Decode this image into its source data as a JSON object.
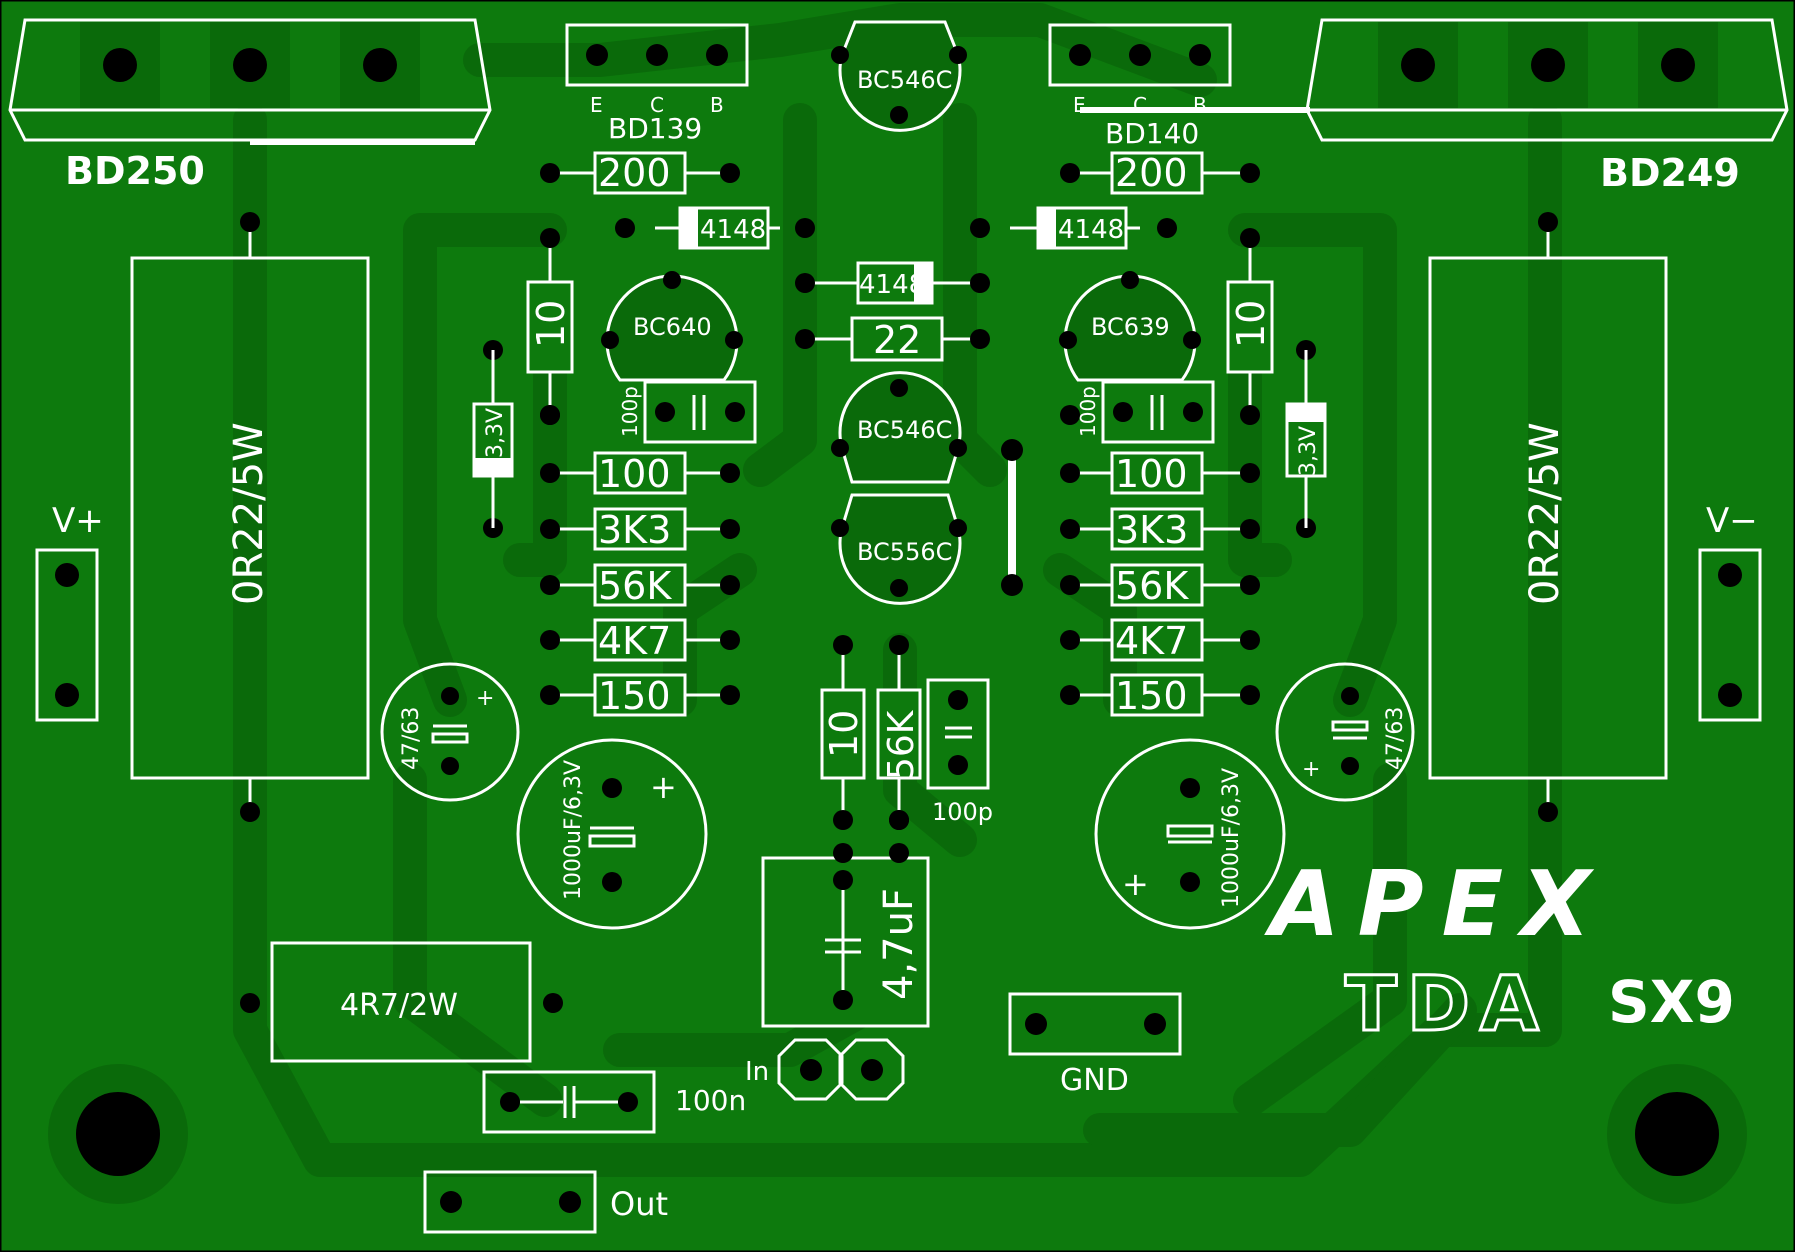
{
  "board": {
    "brand": "APEX",
    "sublogo": "TDA",
    "model": "SX9"
  },
  "colors": {
    "board": "#0d7a0d",
    "trace": "#0a6a0a",
    "silk": "#ffffff",
    "pad": "#000000"
  },
  "power_transistors": {
    "left": "BD250",
    "right": "BD249"
  },
  "drivers": {
    "left": {
      "label": "BD139",
      "pins": [
        "E",
        "C",
        "B"
      ]
    },
    "right": {
      "label": "BD140",
      "pins": [
        "E",
        "C",
        "B"
      ]
    }
  },
  "small_transistors": {
    "top": "BC546C",
    "pair_top": "BC546C",
    "pair_bottom": "BC556C",
    "left": "BC640",
    "right": "BC639"
  },
  "resistors": {
    "left_column": [
      "200",
      "10",
      "100",
      "3K3",
      "56K",
      "4K7",
      "150"
    ],
    "right_column": [
      "200",
      "10",
      "100",
      "3K3",
      "56K",
      "4K7",
      "150"
    ],
    "center": [
      "22",
      "10",
      "56K"
    ],
    "emitter_left": "0R22/5W",
    "emitter_right": "0R22/5W",
    "zobel": "4R7/2W"
  },
  "diodes": {
    "left": "4148",
    "right": "4148",
    "center": "4148"
  },
  "zeners": {
    "left": "3,3V",
    "right": "3,3V"
  },
  "capacitors": {
    "left_100p": "100p",
    "right_100p": "100p",
    "center_100p": "100p",
    "elec_left_small": "47/63",
    "elec_right_small": "47/63",
    "elec_left_big": "1000uF/6,3V",
    "elec_right_big": "1000uF/6,3V",
    "input_cap": "4,7uF",
    "zobel_cap": "100n",
    "plus_sign": "+"
  },
  "connectors": {
    "vplus": "V+",
    "vminus": "V−",
    "input": "In",
    "gnd": "GND",
    "output": "Out"
  }
}
